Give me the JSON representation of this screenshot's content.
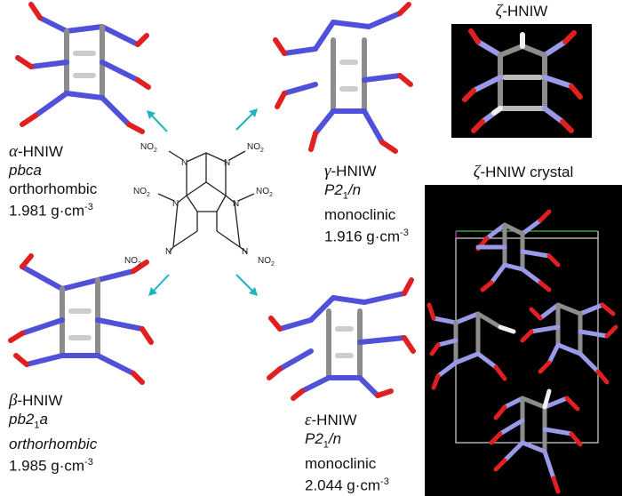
{
  "polymorphs": {
    "alpha": {
      "greek": "α",
      "name": "-HNIW",
      "space_group": "pbca",
      "system": "orthorhombic",
      "density": "1.981 g·cm",
      "density_exp": "-3"
    },
    "gamma": {
      "greek": "γ",
      "name": "-HNIW",
      "space_group": "P2",
      "space_group_sub": "1",
      "space_group_tail": "/n",
      "system": "monoclinic",
      "density": "1.916 g·cm",
      "density_exp": "-3"
    },
    "beta": {
      "greek": "β",
      "name": "-HNIW",
      "space_group": "pb2",
      "space_group_sub": "1",
      "space_group_tail": "a",
      "system": "orthorhombic",
      "density": "1.985 g·cm",
      "density_exp": "-3"
    },
    "epsilon": {
      "greek": "ε",
      "name": "-HNIW",
      "space_group": "P2",
      "space_group_sub": "1",
      "space_group_tail": "/n",
      "system": "monoclinic",
      "density": "2.044 g·cm",
      "density_exp": "-3"
    }
  },
  "zeta_title": {
    "greek": "ζ",
    "name": "-HNIW"
  },
  "zeta_crystal_title": {
    "greek": "ζ",
    "name": "-HNIW crystal"
  },
  "structure": {
    "no2": "NO",
    "no2_sub": "2",
    "n": "N"
  },
  "colors": {
    "nitrogen": "#5050d8",
    "oxygen": "#e02020",
    "carbon": "#8c8c8c",
    "hydrogen": "#f0f0f0",
    "arrow": "#1fb5c0",
    "lavender": "#9a9ae8"
  }
}
